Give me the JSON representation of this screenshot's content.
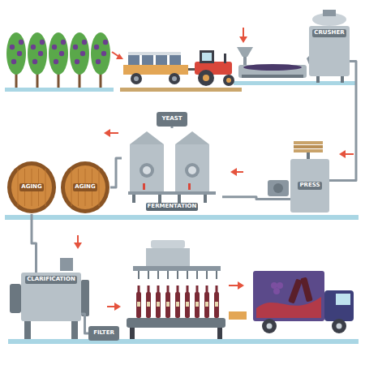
{
  "diagram": {
    "nodes": [
      {
        "text": [
          "CRUSHER"
        ]
      },
      {
        "text": [
          "PRESS"
        ]
      },
      {
        "text": [
          "YEAST"
        ]
      },
      {
        "text": [
          "FERMENTATION"
        ]
      },
      {
        "text": [
          "AGING"
        ]
      },
      {
        "text": [
          "AGING"
        ]
      },
      {
        "text": [
          "CLARIFICATION"
        ]
      },
      {
        "text": [
          "FILTER"
        ]
      }
    ],
    "edges": [
      {
        "from": 0,
        "to": 1,
        "arrow": "none"
      },
      {
        "from": 1,
        "to": 3,
        "arrow": "none"
      },
      {
        "from": 2,
        "to": 3,
        "arrow": "none"
      },
      {
        "from": 3,
        "to": 5,
        "arrow": "none"
      },
      {
        "from": 4,
        "to": 6,
        "arrow": "none"
      },
      {
        "from": 6,
        "to": 7,
        "arrow": "none"
      }
    ]
  }
}
